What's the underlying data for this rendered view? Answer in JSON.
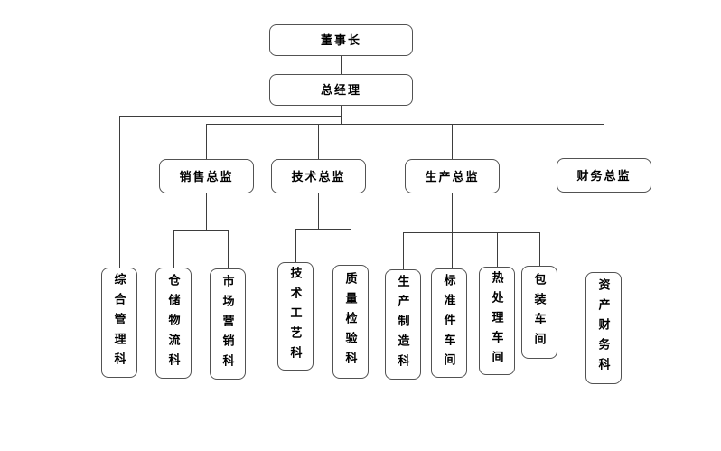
{
  "org": {
    "chairman": "董事长",
    "general_manager": "总经理",
    "gm_direct_departments": [
      "综合管理科"
    ],
    "directors": [
      {
        "label": "销售总监",
        "departments": [
          "仓储物流科",
          "市场营销科"
        ]
      },
      {
        "label": "技术总监",
        "departments": [
          "技术工艺科",
          "质量检验科"
        ]
      },
      {
        "label": "生产总监",
        "departments": [
          "生产制造科",
          "标准件车间",
          "热处理车间",
          "包装车间"
        ]
      },
      {
        "label": "财务总监",
        "departments": [
          "资产财务科"
        ]
      }
    ]
  },
  "colors": {
    "line": "#3d3d3d",
    "border": "#525252",
    "text": "#000000",
    "background": "#ffffff"
  }
}
